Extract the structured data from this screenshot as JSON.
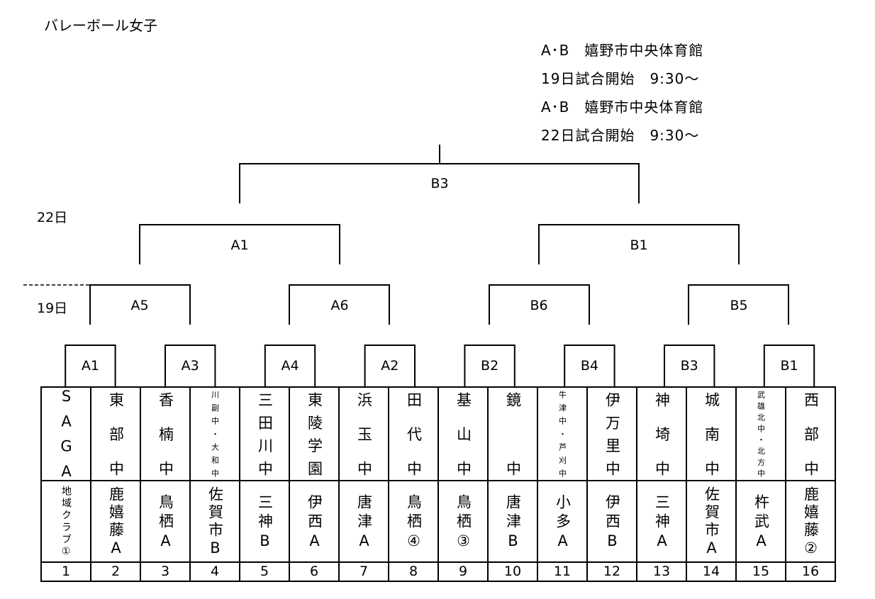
{
  "title": "バレーボール女子",
  "info": [
    "A･B　嬉野市中央体育館",
    "19日試合開始　9:30～",
    "A･B　嬉野市中央体育館",
    "22日試合開始　9:30～"
  ],
  "days": {
    "day22": "22日",
    "day19": "19日"
  },
  "matches": {
    "final": "B3",
    "semi_left": "A1",
    "semi_right": "B1",
    "qf": [
      "A5",
      "A6",
      "B6",
      "B5"
    ],
    "r1": [
      "A1",
      "A3",
      "A4",
      "A2",
      "B2",
      "B4",
      "B3",
      "B1"
    ]
  },
  "teams": [
    {
      "name": "SAGA",
      "region": "地域クラブ①",
      "no": "1"
    },
    {
      "name": "東部中",
      "region": "鹿嬉藤A",
      "no": "2"
    },
    {
      "name": "香楠中",
      "region": "鳥栖A",
      "no": "3"
    },
    {
      "name": "川副中・大和中",
      "region": "佐賀市B",
      "no": "4",
      "small": true
    },
    {
      "name": "三田川中",
      "region": "三神B",
      "no": "5"
    },
    {
      "name": "東陵学園",
      "region": "伊西A",
      "no": "6"
    },
    {
      "name": "浜玉中",
      "region": "唐津A",
      "no": "7"
    },
    {
      "name": "田代中",
      "region": "鳥栖④",
      "no": "8"
    },
    {
      "name": "基山中",
      "region": "鳥栖③",
      "no": "9"
    },
    {
      "name": "鏡中",
      "region": "唐津B",
      "no": "10"
    },
    {
      "name": "牛津中・芦刈中",
      "region": "小多A",
      "no": "11",
      "small": true
    },
    {
      "name": "伊万里中",
      "region": "伊西B",
      "no": "12"
    },
    {
      "name": "神埼中",
      "region": "三神A",
      "no": "13"
    },
    {
      "name": "城南中",
      "region": "佐賀市A",
      "no": "14"
    },
    {
      "name": "武雄北中・北方中",
      "region": "杵武A",
      "no": "15",
      "small": true
    },
    {
      "name": "西部中",
      "region": "鹿嬉藤②",
      "no": "16"
    }
  ]
}
